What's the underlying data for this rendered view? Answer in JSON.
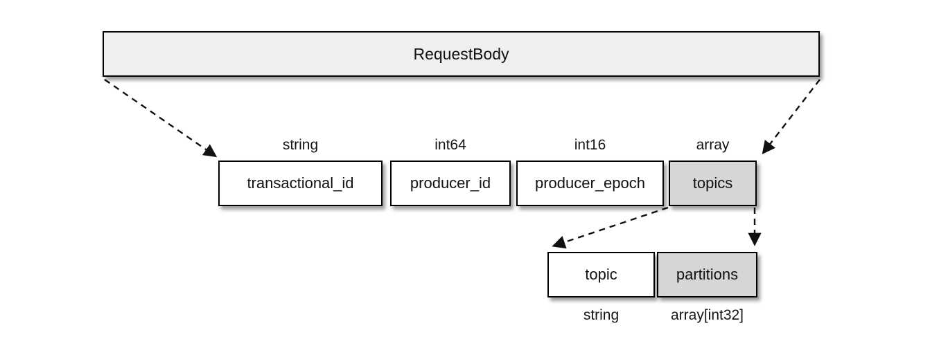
{
  "diagram": {
    "title": "RequestBody",
    "request_fields": [
      {
        "name": "transactional_id",
        "type": "string",
        "shaded": false
      },
      {
        "name": "producer_id",
        "type": "int64",
        "shaded": false
      },
      {
        "name": "producer_epoch",
        "type": "int16",
        "shaded": false
      },
      {
        "name": "topics",
        "type": "array",
        "shaded": true
      }
    ],
    "topic_fields": [
      {
        "name": "topic",
        "type": "string",
        "shaded": false
      },
      {
        "name": "partitions",
        "type": "array[int32]",
        "shaded": true
      }
    ],
    "colors": {
      "root_fill": "#efefef",
      "array_fill": "#d6d6d6",
      "field_fill": "#ffffff",
      "border": "#000000",
      "arrow": "#111111"
    }
  }
}
